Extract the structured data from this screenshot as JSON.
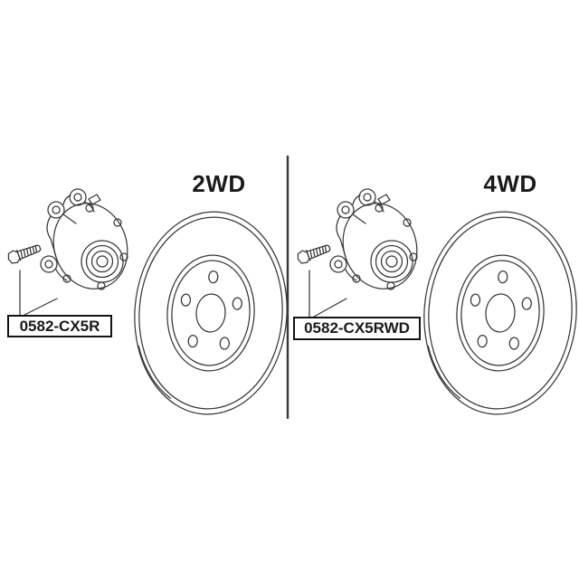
{
  "diagram": {
    "panels": [
      {
        "drive_label": "2WD",
        "part_number": "0582-CX5R"
      },
      {
        "drive_label": "4WD",
        "part_number": "0582-CX5RWD"
      }
    ]
  },
  "colors": {
    "line": "#373737",
    "background": "#ffffff",
    "text": "#1a1a1a"
  }
}
